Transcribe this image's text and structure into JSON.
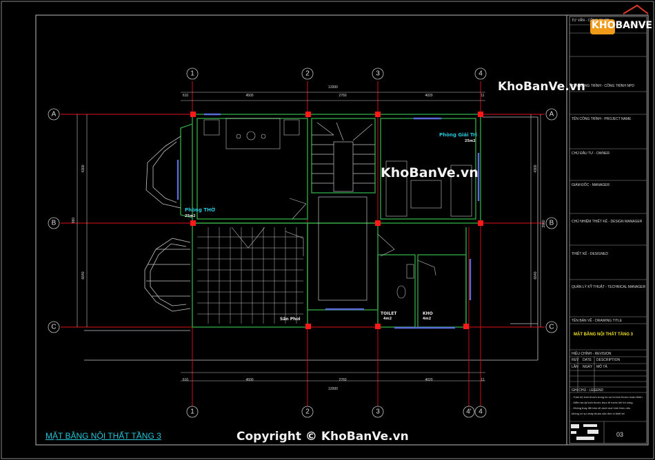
{
  "drawing": {
    "title": "MẶT BẰNG NỘI THẤT TẦNG 3",
    "footer_title": "MẶT BẰNG NỘI THẤT TẦNG 3",
    "sheet_no": "03",
    "copyright": "Copyright © KhoBanVe.vn"
  },
  "watermarks": {
    "top": "KhoBanVe.vn",
    "center": "KhoBanVe.vn",
    "logo": "KHOBANVE"
  },
  "axes": {
    "top": [
      "1",
      "2",
      "3",
      "4"
    ],
    "bottom": [
      "1",
      "2",
      "3",
      "4'",
      "4"
    ],
    "left": [
      "A",
      "B",
      "C"
    ],
    "right": [
      "A",
      "B",
      "C"
    ]
  },
  "dimensions": {
    "top_row": [
      "610",
      "4500",
      "2760",
      "4020",
      "11"
    ],
    "top_total": "12000",
    "bottom_row": [
      "610",
      "4500",
      "2760",
      "4020",
      "11"
    ],
    "bottom_total": "12000",
    "left_col": [
      "4300",
      "6640"
    ],
    "left_total": "960",
    "right_col": [
      "4300",
      "6640"
    ],
    "right_total": "3960"
  },
  "rooms": {
    "tho": "Phòng THỜ",
    "tho_area": "25m2",
    "giaitri": "Phòng Giải Trí",
    "giaitri_area": "25m2",
    "toilet": "TOILET",
    "toilet_area": "4m2",
    "kho": "KHO",
    "kho_area": "4m2",
    "sanphoi": "Sân Phơi"
  },
  "title_block": {
    "rows": [
      "TƯ VẤN - CÔNG TY CP",
      "TÊN CÔNG TRÌNH - CÔNG TRÌNH NPD",
      "TÊN CÔNG TRÌNH - PROJECT NAME",
      "CHỦ ĐẦU TƯ - OWNER",
      "GIÁM ĐỐC - MANAGER",
      "CHỦ NHIỆM THIẾT KẾ - DESIGN MANAGER",
      "THIẾT KẾ - DESIGNED",
      "QUẢN LÝ KỸ THUẬT - TECHNICAL MANAGER",
      "TÊN BẢN VẼ - DRAWING TITLE"
    ],
    "revision_label": "HIỆU CHỈNH - REVISION",
    "rev_headers": [
      "REV",
      "DATE",
      "DESCRIPTION"
    ],
    "rev_sub": [
      "LẦN",
      "NGÀY",
      "MÔ TẢ"
    ],
    "notes_label": "GHI CHÚ - LEGEND",
    "notes": [
      "- Toàn bộ kích thước trong hồ sơ là kích thước hoàn thiện.",
      "- Kiểm tra lại kích thước thực tế trước khi thi công.",
      "- Không thay đổi bản vẽ dưới mọi hình thức nếu",
      "  không có sự chấp thuận của đơn vị thiết kế."
    ]
  },
  "colors": {
    "background": "#000000",
    "wall_outline": "#2ea043",
    "wall_fill": "#000000",
    "axis": "#e0101a",
    "column": "#ff1a1a",
    "window": "#5b6bd8",
    "room_label": "#26c6da",
    "white_line": "#d0d0d0",
    "frame": "#8a8a8a"
  }
}
